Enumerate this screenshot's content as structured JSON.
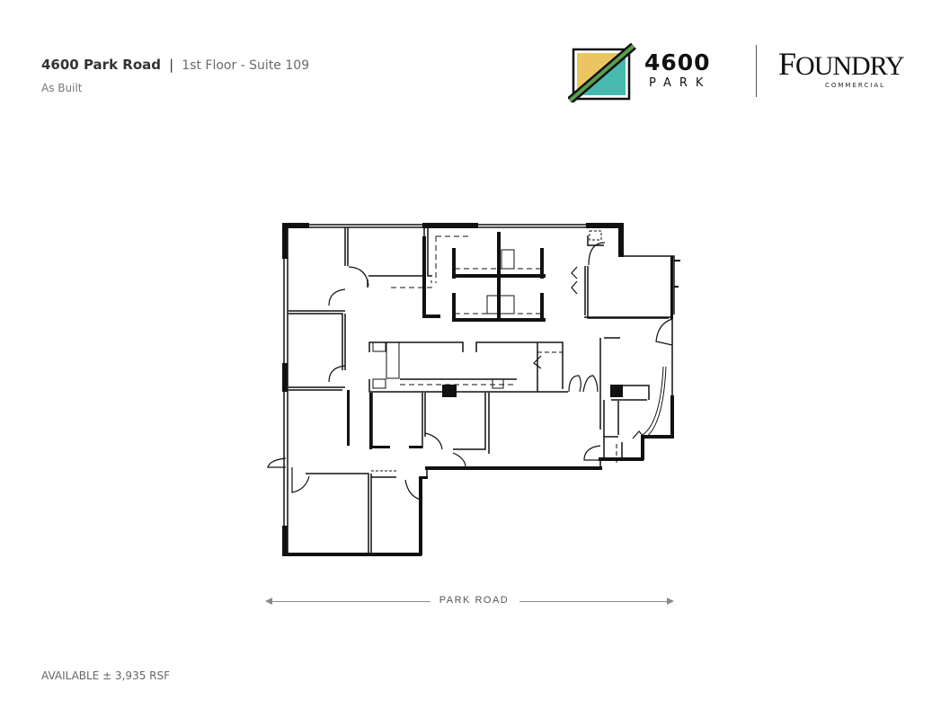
{
  "header": {
    "address": "4600 Park Road",
    "separator": "|",
    "suite": "1st Floor - Suite 109",
    "subtitle": "As Built"
  },
  "logos": {
    "park_logo": {
      "number": "4600",
      "word": "PARK",
      "colors": {
        "yellow": "#EBC562",
        "teal": "#47B9AE",
        "green_stripe": "#5C9E4C",
        "frame": "#111111"
      }
    },
    "foundry_logo": {
      "name_first": "F",
      "name_rest": "OUNDRY",
      "tagline": "COMMERCIAL"
    }
  },
  "floor_plan": {
    "street_label": "PARK ROAD",
    "wall_color": "#111111"
  },
  "footer": {
    "availability": "AVAILABLE ± 3,935 RSF"
  }
}
